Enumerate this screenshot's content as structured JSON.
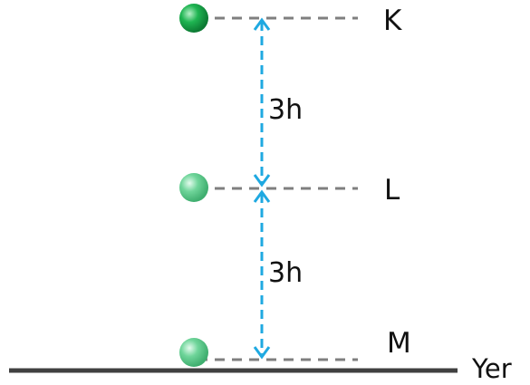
{
  "levels": [
    {
      "label": "K"
    },
    {
      "label": "L"
    },
    {
      "label": "M"
    }
  ],
  "distances": [
    {
      "label": "3h"
    },
    {
      "label": "3h"
    }
  ],
  "ground": {
    "label": "Yer"
  },
  "colors": {
    "ball_top": "#1aa64a",
    "ball_lower": "#5ccf8c",
    "guide_line": "#7f7f7f",
    "arrow": "#1fa9e1",
    "ground": "#404040",
    "text": "#111111"
  }
}
